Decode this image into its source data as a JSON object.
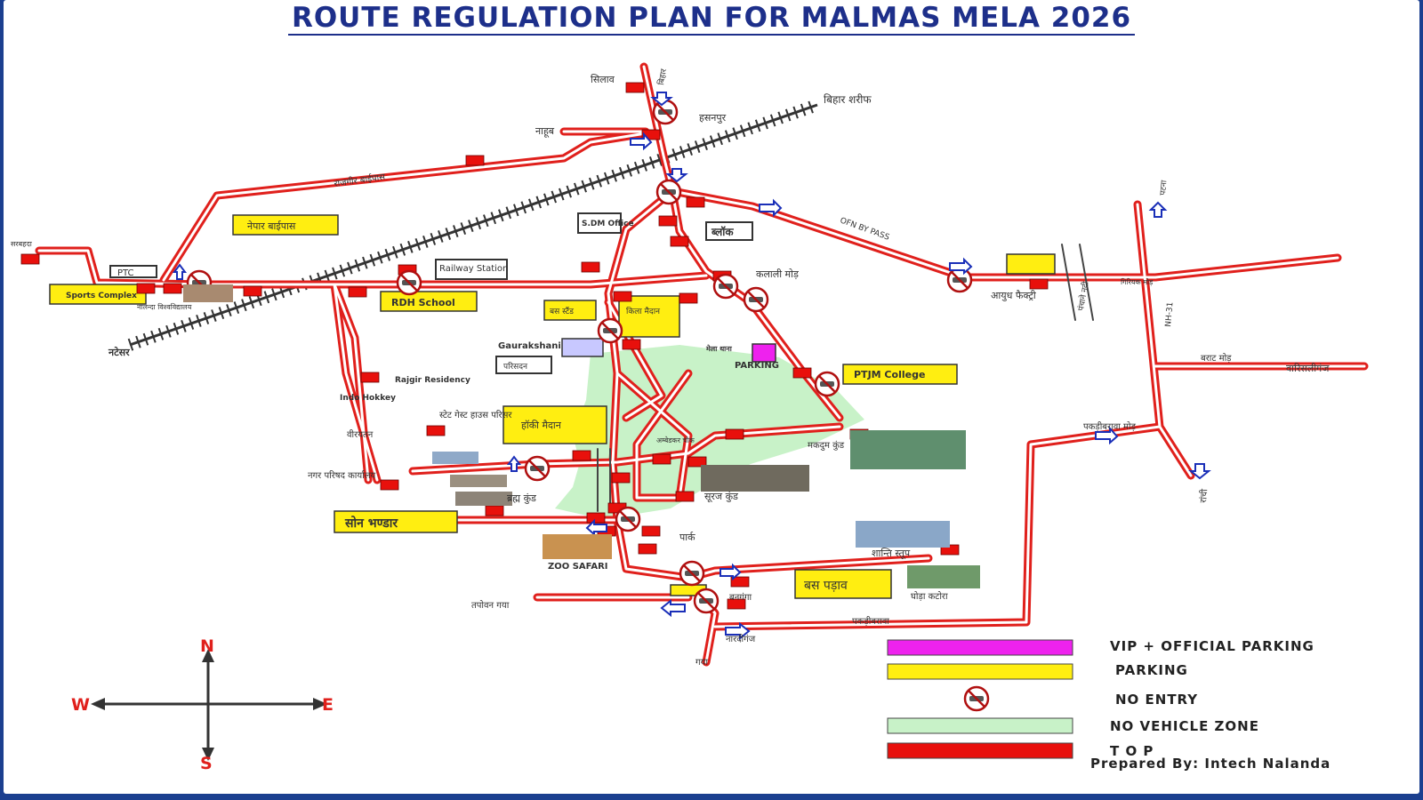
{
  "title": "ROUTE REGULATION PLAN FOR MALMAS MELA 2026",
  "colors": {
    "road": "#e0201c",
    "parking_vip": "#ee22ee",
    "parking": "#ffee11",
    "no_vehicle_zone": "#c8f2c8",
    "top": "#e8100c",
    "title": "#1d2f8a"
  },
  "places": {
    "silav": "सिलाव",
    "bihar": "बिहार",
    "hasanpur": "हसनपुर",
    "nahub": "नाहूब",
    "bihar_sharif": "बिहार शरीफ",
    "rajgir_bypass": "राजगीर बाईपास",
    "sarbahda": "सरबहदा",
    "nepal_bypass": "नेपार बाईपास",
    "ptc": "PTC",
    "sports_complex": "Sports Complex",
    "nalanda_univ": "नालन्दा विश्वविद्यालय",
    "natesar": "नटेसर",
    "railway_station": "Railway Station",
    "rdh_school": "RDH School",
    "sdm_office": "S.DM Office",
    "block": "ब्लॉक",
    "ofn_bypass": "OFN BY PASS",
    "kalali_mod": "कलाली मोड़",
    "ayudh_factory": "आयुध फैक्ट्री",
    "bus_stand": "बस स्टैंड",
    "kila_maidan": "किला मैदान",
    "gaurakshani": "Gaurakshani",
    "mela_thana": "मेला थाना",
    "parking_text": "PARKING",
    "parisadan": "परिसदन",
    "ptjm_college": "PTJM College",
    "indo_hockey": "Indo Hokkey",
    "rajgir_residency": "Rajgir Residency",
    "state_guest_house": "स्टेट गेस्ट हाउस परिसर",
    "veerayatan": "वीरयतन",
    "holi_maidan": "हॉकी मैदान",
    "ambedkar_chowk": "अम्बेडकर चौक",
    "makdum_kund": "मकदुम कुंड",
    "nagar_parishad": "नगर परिषद कार्यालय",
    "brahm_kund": "ब्रह्म कुंड",
    "suraj_kund": "सूरज कुंड",
    "son_bhandar": "सोन भण्डार",
    "zoo_safari": "ZOO SAFARI",
    "park": "पार्क",
    "shanti_stupa": "शान्ति स्तूप",
    "bus_padav": "बस पड़ाव",
    "ghoda_katora": "घोड़ा कटोरा",
    "tapovan_gaya": "तपोवन गया",
    "banganga": "बनगंगा",
    "pakribaran": "पकड़ीबरावा",
    "nardiganj": "नारदीगंज",
    "gaya": "गया",
    "pakribaran_mod": "पकड़ीबरावा मोड़",
    "patna": "पटना",
    "nh31": "NH-31",
    "ranchi": "रांची",
    "varisaliganj": "वारिसलीगंज",
    "barat_mod": "बराट मोड़",
    "giriyak_mod": "गिरियक मोड़",
    "pathaka_nadi": "पंचाने नदी",
    "north": "N",
    "south": "S",
    "east": "E",
    "west": "W"
  },
  "legend": {
    "vip_parking": "VIP + OFFICIAL PARKING",
    "parking": "PARKING",
    "no_entry": "NO ENTRY",
    "no_vehicle_zone": "NO VEHICLE ZONE",
    "top": "T O P"
  },
  "credit": "Prepared By: Intech Nalanda"
}
